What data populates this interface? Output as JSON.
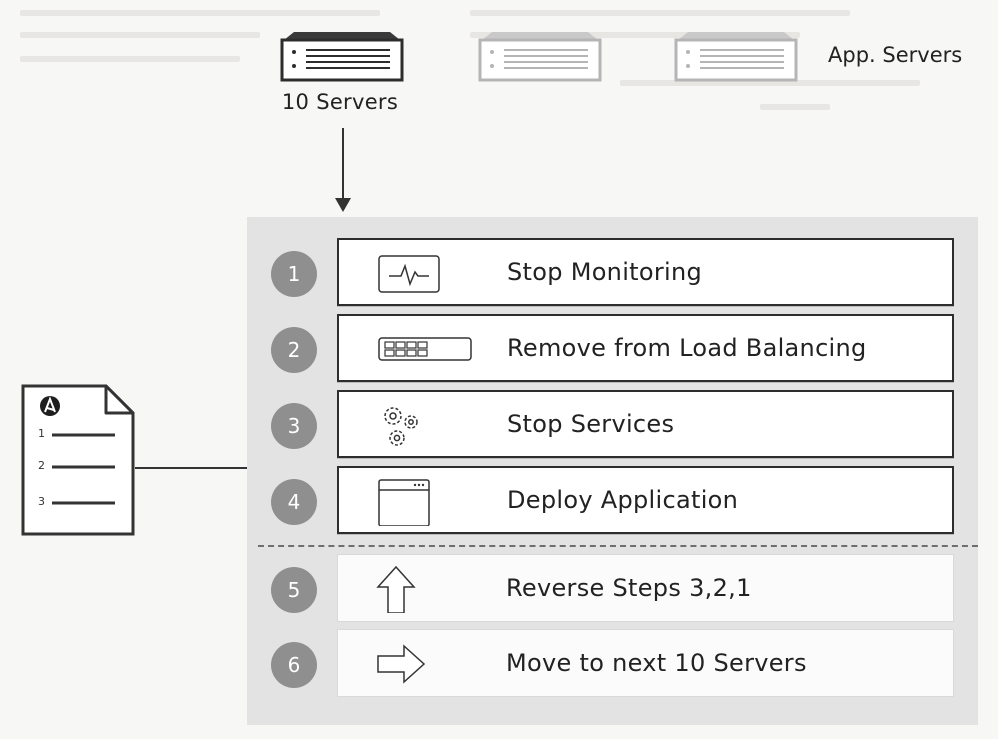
{
  "servers": {
    "count_label": "10 Servers",
    "group_label": "App. Servers"
  },
  "playbook": {
    "lines": [
      "1",
      "2",
      "3"
    ]
  },
  "steps": [
    {
      "number": "1",
      "label": "Stop Monitoring",
      "icon": "monitor-pulse-icon"
    },
    {
      "number": "2",
      "label": "Remove from Load Balancing",
      "icon": "load-balancer-icon"
    },
    {
      "number": "3",
      "label": "Stop Services",
      "icon": "gears-icon"
    },
    {
      "number": "4",
      "label": "Deploy Application",
      "icon": "app-window-icon"
    },
    {
      "number": "5",
      "label": "Reverse Steps 3,2,1",
      "icon": "up-arrow-icon"
    },
    {
      "number": "6",
      "label": "Move to next 10 Servers",
      "icon": "right-arrow-icon"
    }
  ],
  "colors": {
    "step_circle": "#8f8f8f",
    "panel": "#e3e3e3",
    "active_server": "#2d2d2d",
    "inactive_server": "#b5b5b5"
  }
}
